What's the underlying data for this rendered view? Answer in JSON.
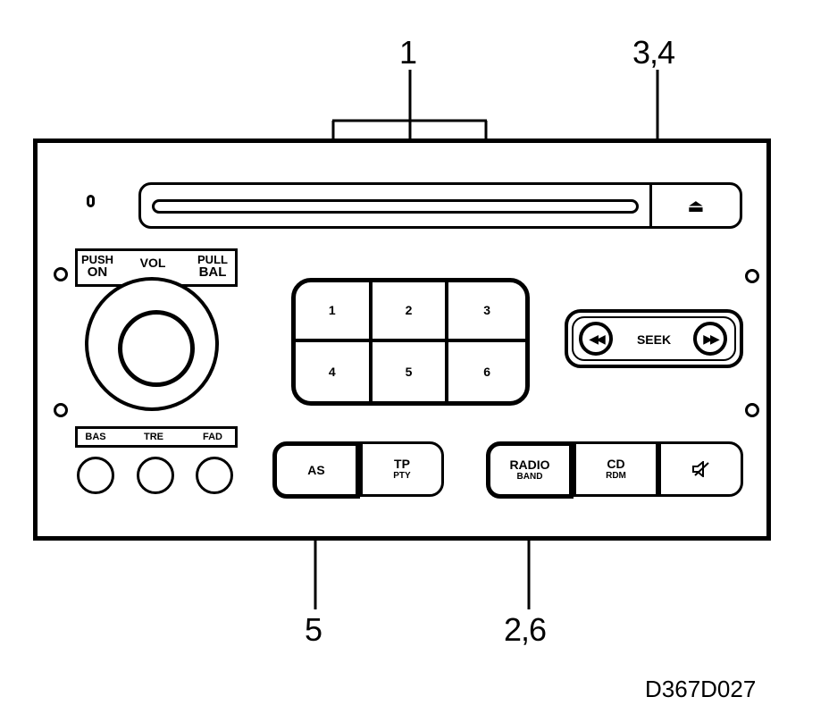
{
  "callouts": {
    "presets": "1",
    "seek": "3,4",
    "as": "5",
    "radio": "2,6"
  },
  "figure_code": "D367D027",
  "vol_panel": {
    "push_label": "PUSH",
    "on_label": "ON",
    "vol_label": "VOL",
    "pull_label": "PULL",
    "bal_label": "BAL"
  },
  "tone_panel": {
    "bas_label": "BAS",
    "tre_label": "TRE",
    "fad_label": "FAD"
  },
  "presets": [
    "1",
    "2",
    "3",
    "4",
    "5",
    "6"
  ],
  "seek": {
    "label": "SEEK",
    "rewind_glyph": "◀◀",
    "forward_glyph": "▶▶"
  },
  "eject_glyph": "⏏",
  "buttons": {
    "as": "AS",
    "tp": "TP",
    "pty": "PTY",
    "radio": "RADIO",
    "band": "BAND",
    "cd": "CD",
    "rdm": "RDM"
  },
  "icons": {
    "eject": "eject-icon",
    "rewind": "rewind-icon",
    "forward": "fast-forward-icon",
    "mute": "mute-speaker-icon"
  }
}
